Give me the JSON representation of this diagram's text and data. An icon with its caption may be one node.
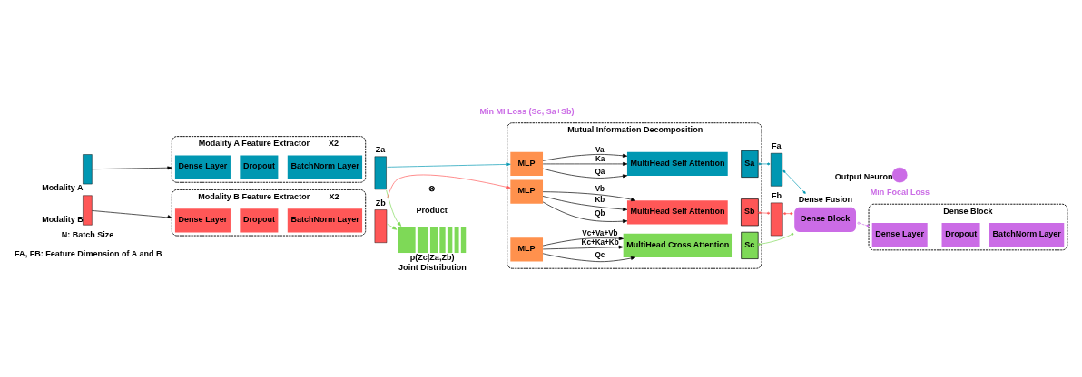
{
  "diagram": {
    "nodes": [
      {
        "text": [],
        "shape": "bar",
        "beside": [
          "Modality A"
        ]
      },
      {
        "text": [
          "Modality A Feature Extractor"
        ],
        "beside": [
          "X2"
        ]
      },
      {
        "text": [
          "Dense Layer"
        ],
        "in": 1
      },
      {
        "text": [
          "Dropout"
        ],
        "in": 1
      },
      {
        "text": [
          "BatchNorm Layer"
        ],
        "in": 1
      },
      {
        "text": [
          "Za"
        ]
      },
      {
        "text": [],
        "shape": "bar",
        "beside": [
          "Modality B"
        ]
      },
      {
        "text": [
          "Modality B Feature Extractor"
        ],
        "beside": [
          "X2"
        ]
      },
      {
        "text": [
          "Dense Layer"
        ],
        "in": 7
      },
      {
        "text": [
          "Dropout"
        ],
        "in": 7
      },
      {
        "text": [
          "BatchNorm Layer"
        ],
        "in": 7
      },
      {
        "text": [
          "Zb"
        ]
      },
      {
        "text": [
          "p(Zc|Za,Zb)",
          "Joint Distribution"
        ]
      },
      {
        "text": [
          "Mutual Information Decomposition"
        ]
      },
      {
        "text": [
          "MLP"
        ],
        "in": 13
      },
      {
        "text": [
          "MultiHead Self Attention"
        ],
        "in": 13
      },
      {
        "text": [
          "Sa"
        ],
        "in": 13
      },
      {
        "text": [
          "MLP"
        ],
        "in": 13
      },
      {
        "text": [
          "MultiHead Cross Attention"
        ],
        "in": 13
      },
      {
        "text": [
          "Sc"
        ],
        "in": 13
      },
      {
        "text": [
          "MLP"
        ],
        "in": 13
      },
      {
        "text": [
          "MultiHead Self Attention"
        ],
        "in": 13
      },
      {
        "text": [
          "Sb"
        ],
        "in": 13
      },
      {
        "text": [
          "Fa"
        ]
      },
      {
        "text": [
          "Fb"
        ]
      },
      {
        "text": [
          "Dense Fusion",
          "Dense Block"
        ]
      },
      {
        "text": [
          "Output Neuron"
        ]
      },
      {
        "text": [
          "Dense Block"
        ]
      },
      {
        "text": [
          "Dense Layer"
        ],
        "in": 27
      },
      {
        "text": [
          "Dropout"
        ],
        "in": 27
      },
      {
        "text": [
          "BatchNorm Layer"
        ],
        "in": 27
      }
    ],
    "edges": [
      {
        "from": 0,
        "to": 1,
        "arrow": "to"
      },
      {
        "from": 6,
        "to": 7,
        "arrow": "to"
      },
      {
        "from": 5,
        "to": 14,
        "arrow": "to",
        "color": "#0097b2"
      },
      {
        "from": 5,
        "to": 12,
        "arrow": "to",
        "color": "#7ed957"
      },
      {
        "from": 11,
        "to": 12,
        "arrow": "to",
        "color": "#7ed957"
      },
      {
        "from": 11,
        "to": 20,
        "arrow": "to",
        "color": "#ff5757"
      },
      {
        "from": 14,
        "to": 15,
        "arrow": "to",
        "label": "Qa"
      },
      {
        "from": 14,
        "to": 15,
        "arrow": "to",
        "label": "Ka"
      },
      {
        "from": 14,
        "to": 15,
        "arrow": "to",
        "label": "Va"
      },
      {
        "from": 17,
        "to": 18,
        "arrow": "to",
        "label": "Qc"
      },
      {
        "from": 17,
        "to": 18,
        "arrow": "to",
        "label": "Kc+Ka+Kb"
      },
      {
        "from": 17,
        "to": 18,
        "arrow": "to",
        "label": "Vc+Va+Vb"
      },
      {
        "from": 20,
        "to": 21,
        "arrow": "to",
        "label": "Qb"
      },
      {
        "from": 20,
        "to": 21,
        "arrow": "to",
        "label": "Kb"
      },
      {
        "from": 20,
        "to": 21,
        "arrow": "to",
        "label": "Vb"
      },
      {
        "from": 16,
        "to": 23,
        "arrow": "other",
        "color": "#0097b2"
      },
      {
        "from": 23,
        "to": 25,
        "arrow": "other",
        "color": "#0097b2"
      },
      {
        "from": 19,
        "to": 25,
        "arrow": "other",
        "color": "#7ed957"
      },
      {
        "from": 22,
        "to": 24,
        "arrow": "other",
        "color": "#ff5757"
      },
      {
        "from": 24,
        "to": 25,
        "arrow": "other",
        "color": "#ff5757"
      },
      {
        "from": 25,
        "to": 27,
        "arrow": "other",
        "style": "dashed",
        "color": "#cb6ce6"
      }
    ],
    "labels": [
      "⊗",
      "Product",
      "N: Batch Size",
      "FA, FB: Feature Dimension of A and B",
      "Min MI Loss (Sc, Sa+Sb)",
      "Min Focal Loss"
    ]
  }
}
